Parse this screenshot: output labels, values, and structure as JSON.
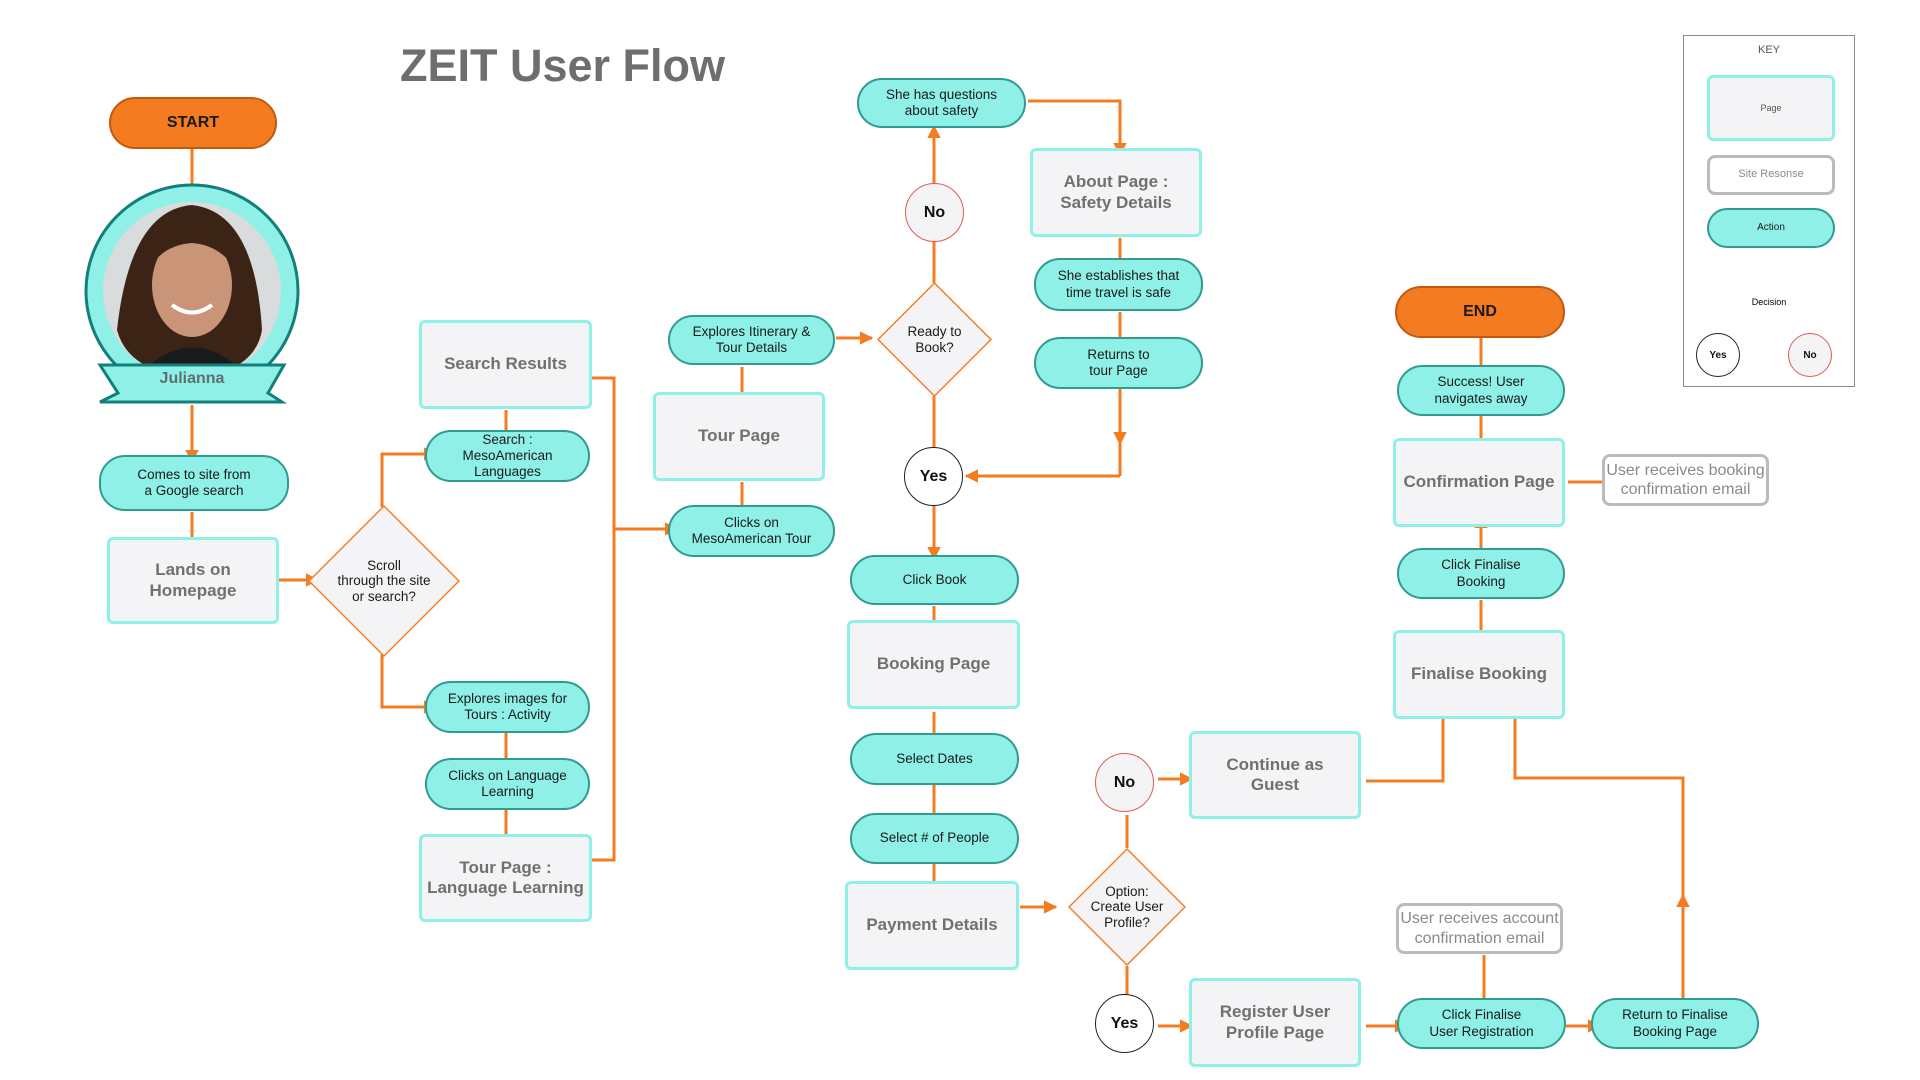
{
  "title": "ZEIT User Flow",
  "persona": {
    "name": "Julianna",
    "photo": "woman-portrait-photo"
  },
  "colors": {
    "flow_line": "#f47b20",
    "page_border": "#8ef0e6",
    "action_fill": "#8ef0e6",
    "terminal_fill": "#f47b20",
    "no_border": "#e05a57"
  },
  "terminals": {
    "start": "START",
    "end": "END"
  },
  "pages": {
    "lands_on_homepage": "Lands on Homepage",
    "search_results": "Search Results",
    "tour_page_language": "Tour Page :\nLanguage Learning",
    "tour_page": "Tour Page",
    "about_page": "About Page :\nSafety Details",
    "booking_page": "Booking Page",
    "payment_details": "Payment Details",
    "continue_as_guest": "Continue as\nGuest",
    "register_profile": "Register User\nProfile Page",
    "finalise_booking": "Finalise Booking",
    "confirmation_page": "Confirmation Page"
  },
  "actions": {
    "google_search": "Comes to site from\na Google search",
    "search_mesoamerican": "Search :\nMesoAmerican\nLanguages",
    "explores_images": "Explores images for\nTours : Activity",
    "clicks_language": "Clicks on Language\nLearning",
    "explores_itinerary": "Explores Itinerary &\nTour Details",
    "clicks_mesoamerican": "Clicks on\nMesoAmerican Tour",
    "questions_safety": "She has questions\nabout safety",
    "establishes_safe": "She establishes that\ntime travel is safe",
    "returns_tour": "Returns to\ntour Page",
    "click_book": "Click Book",
    "select_dates": "Select Dates",
    "select_people": "Select # of People",
    "click_finalise_reg": "Click Finalise\nUser Registration",
    "return_finalise": "Return to Finalise\nBooking Page",
    "click_finalise_booking": "Click Finalise\nBooking",
    "success": "Success! User\nnavigates away"
  },
  "decisions": {
    "scroll_or_search": "Scroll\nthrough the site\nor search?",
    "ready_to_book": "Ready to\nBook?",
    "create_profile": "Option:\nCreate User\nProfile?"
  },
  "circles": {
    "yes": "Yes",
    "no": "No"
  },
  "responses": {
    "booking_email": "User receives booking\nconfirmation email",
    "account_email": "User receives account\nconfirmation email"
  },
  "key": {
    "title": "KEY",
    "page": "Page",
    "site_response": "Site Resonse",
    "action": "Action",
    "decision": "Decision",
    "yes": "Yes",
    "no": "No"
  }
}
